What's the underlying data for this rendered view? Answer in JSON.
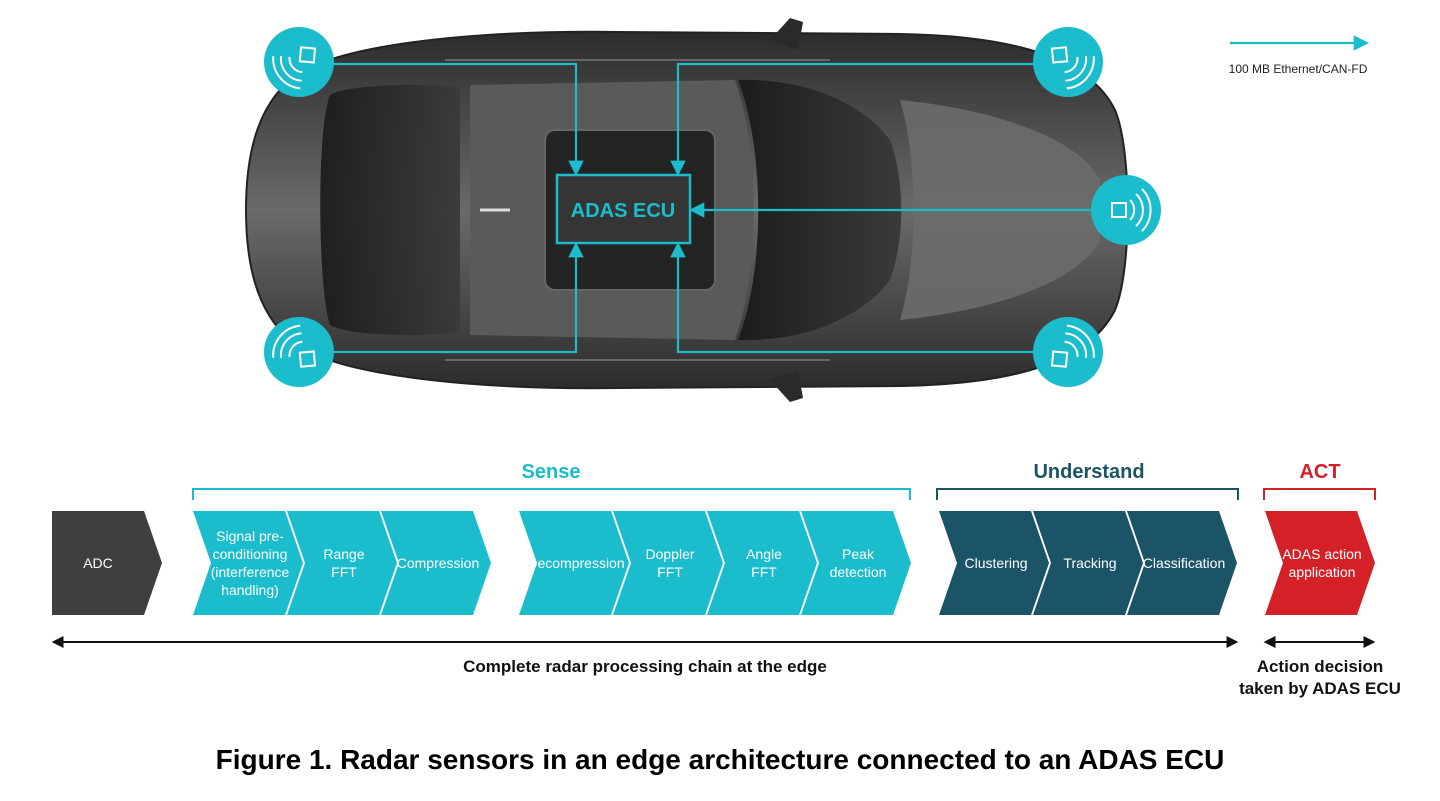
{
  "colors": {
    "teal": "#1bbccc",
    "dark_teal": "#1a5466",
    "red": "#d42127",
    "dark_gray": "#3f3f3f",
    "car_body": "#4a4a4a"
  },
  "legend": {
    "label": "100 MB Ethernet/CAN-FD"
  },
  "ecu": {
    "label": "ADAS ECU"
  },
  "sensors": [
    {
      "name": "front-left",
      "icon": "radar-sensor-icon"
    },
    {
      "name": "front-right",
      "icon": "radar-sensor-icon"
    },
    {
      "name": "front-center",
      "icon": "radar-sensor-icon"
    },
    {
      "name": "rear-left",
      "icon": "radar-sensor-icon"
    },
    {
      "name": "rear-right",
      "icon": "radar-sensor-icon"
    }
  ],
  "groups": {
    "sense": "Sense",
    "understand": "Understand",
    "act": "ACT"
  },
  "chevrons": [
    {
      "lines": [
        "ADC"
      ],
      "color": "dark_gray"
    },
    {
      "lines": [
        "Signal pre-",
        "conditioning",
        "(interference",
        "handling)"
      ],
      "color": "teal"
    },
    {
      "lines": [
        "Range",
        "FFT"
      ],
      "color": "teal"
    },
    {
      "lines": [
        "Compression"
      ],
      "color": "teal"
    },
    {
      "lines": [
        "Decompression"
      ],
      "color": "teal"
    },
    {
      "lines": [
        "Doppler",
        "FFT"
      ],
      "color": "teal"
    },
    {
      "lines": [
        "Angle",
        "FFT"
      ],
      "color": "teal"
    },
    {
      "lines": [
        "Peak",
        "detection"
      ],
      "color": "teal"
    },
    {
      "lines": [
        "Clustering"
      ],
      "color": "dark_teal"
    },
    {
      "lines": [
        "Tracking"
      ],
      "color": "dark_teal"
    },
    {
      "lines": [
        "Classification"
      ],
      "color": "dark_teal"
    },
    {
      "lines": [
        "ADAS action",
        "application"
      ],
      "color": "red"
    }
  ],
  "chain_label": "Complete radar processing chain at the edge",
  "action_label": [
    "Action decision",
    "taken by ADAS ECU"
  ],
  "caption": "Figure 1. Radar sensors in an edge architecture connected to an ADAS ECU"
}
